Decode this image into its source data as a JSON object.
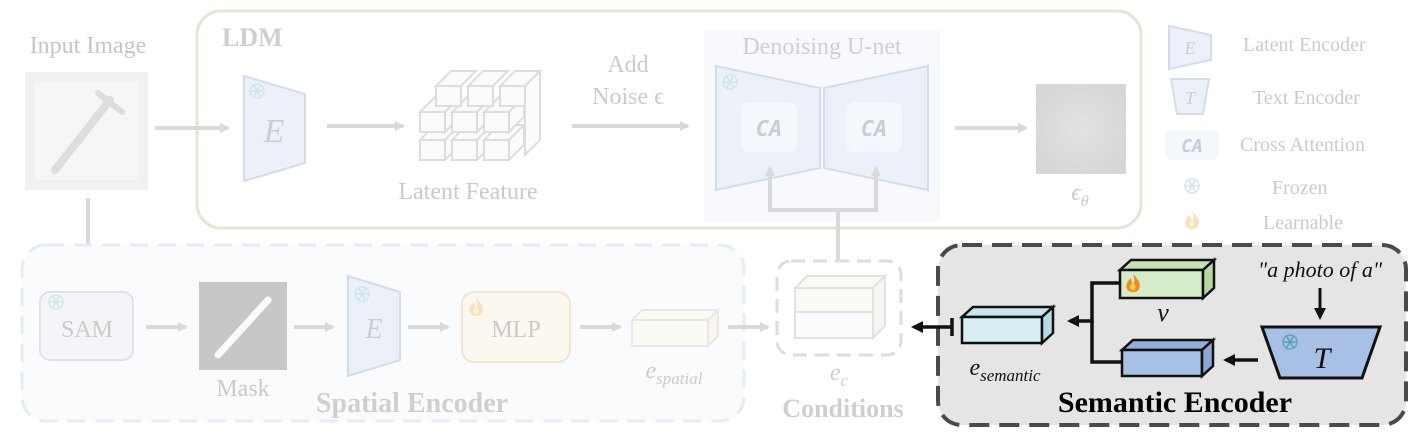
{
  "input": {
    "label": "Input Image"
  },
  "ldm": {
    "label": "LDM",
    "encoder_symbol": "E",
    "latent_label": "Latent Feature",
    "noise_line1": "Add",
    "noise_line2": "Noise ϵ",
    "unet_label": "Denoising U-net",
    "ca_symbol": "CA",
    "output_symbol": "ϵ",
    "output_sub": "θ"
  },
  "spatial": {
    "label": "Spatial Encoder",
    "sam_label": "SAM",
    "mask_label": "Mask",
    "encoder_symbol": "E",
    "mlp_label": "MLP",
    "embed_symbol": "e",
    "embed_sub": "spatial"
  },
  "conditions": {
    "label": "Conditions",
    "symbol": "e",
    "sub": "c"
  },
  "semantic": {
    "label": "Semantic Encoder",
    "prompt": "\"a photo of a\"",
    "v_symbol": "v",
    "text_encoder_symbol": "T",
    "embed_symbol": "e",
    "embed_sub": "semantic"
  },
  "legend": {
    "items": [
      {
        "symbol": "E",
        "label": "Latent Encoder"
      },
      {
        "symbol": "T",
        "label": "Text Encoder"
      },
      {
        "symbol": "CA",
        "label": "Cross Attention"
      },
      {
        "symbol": "snowflake-icon",
        "label": "Frozen"
      },
      {
        "symbol": "flame-icon",
        "label": "Learnable"
      }
    ]
  },
  "colors": {
    "ldm_border": "#86b36a",
    "spatial_border": "#a7b9d9",
    "semantic_bg": "#e6e4e5",
    "semantic_border": "#4a4a4a",
    "encoder_fill": "#bcd0ea",
    "v_fill": "#d6ebc8",
    "semantic_embed": "#d7eef2",
    "text_embed": "#a9c0e6",
    "flame": "#f28a1e",
    "snow": "#5aa6b5"
  }
}
